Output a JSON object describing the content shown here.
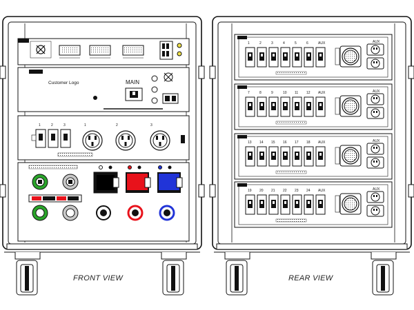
{
  "captions": {
    "front": "FRONT VIEW",
    "rear": "REAR VIEW"
  },
  "front_panel": {
    "customer_logo": "Customer Logo",
    "main_label": "MAIN",
    "breaker_numbers": [
      "1",
      "2",
      "3"
    ],
    "socket_numbers": [
      "1",
      "2",
      "3"
    ]
  },
  "rear_panel": {
    "aux_label": "AUX",
    "rows": [
      {
        "circuits": [
          "1",
          "2",
          "3",
          "4",
          "5",
          "6",
          "AUX"
        ]
      },
      {
        "circuits": [
          "7",
          "8",
          "9",
          "10",
          "11",
          "12",
          "AUX"
        ]
      },
      {
        "circuits": [
          "13",
          "14",
          "15",
          "16",
          "17",
          "18",
          "AUX"
        ]
      },
      {
        "circuits": [
          "19",
          "20",
          "21",
          "22",
          "23",
          "24",
          "AUX"
        ]
      }
    ]
  },
  "colors": {
    "outline": "#111111",
    "phase_red": "#e8121b",
    "phase_blue": "#2134d8",
    "earth_green": "#2aa52a",
    "black": "#111111",
    "grey": "#9a9a9a"
  }
}
